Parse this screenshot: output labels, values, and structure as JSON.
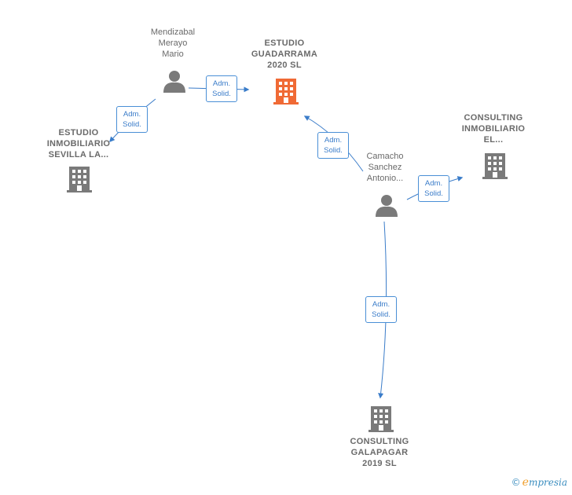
{
  "colors": {
    "edge": "#3a7cc9",
    "focus": "#f06a35",
    "node": "#7a7a7a"
  },
  "nodes": {
    "mendizabal": {
      "label": "Mendizabal\nMerayo\nMario",
      "icon": "person-icon"
    },
    "estudio_guadarrama": {
      "label": "ESTUDIO\nGUADARRAMA\n2020  SL",
      "icon": "building-icon"
    },
    "estudio_sevilla": {
      "label": "ESTUDIO\nINMOBILIARIO\nSEVILLA LA...",
      "icon": "building-icon"
    },
    "consulting_el": {
      "label": "CONSULTING\nINMOBILIARIO\nEL...",
      "icon": "building-icon"
    },
    "camacho": {
      "label": "Camacho\nSanchez\nAntonio...",
      "icon": "person-icon"
    },
    "consulting_galapagar": {
      "label": "CONSULTING\nGALAPAGAR\n2019  SL",
      "icon": "building-icon"
    }
  },
  "edges": [
    {
      "label": "Adm.\nSolid."
    },
    {
      "label": "Adm.\nSolid."
    },
    {
      "label": "Adm.\nSolid."
    },
    {
      "label": "Adm.\nSolid."
    },
    {
      "label": "Adm.\nSolid."
    }
  ],
  "brand": {
    "symbol": "©",
    "name": "mpresia",
    "initial": "e"
  }
}
